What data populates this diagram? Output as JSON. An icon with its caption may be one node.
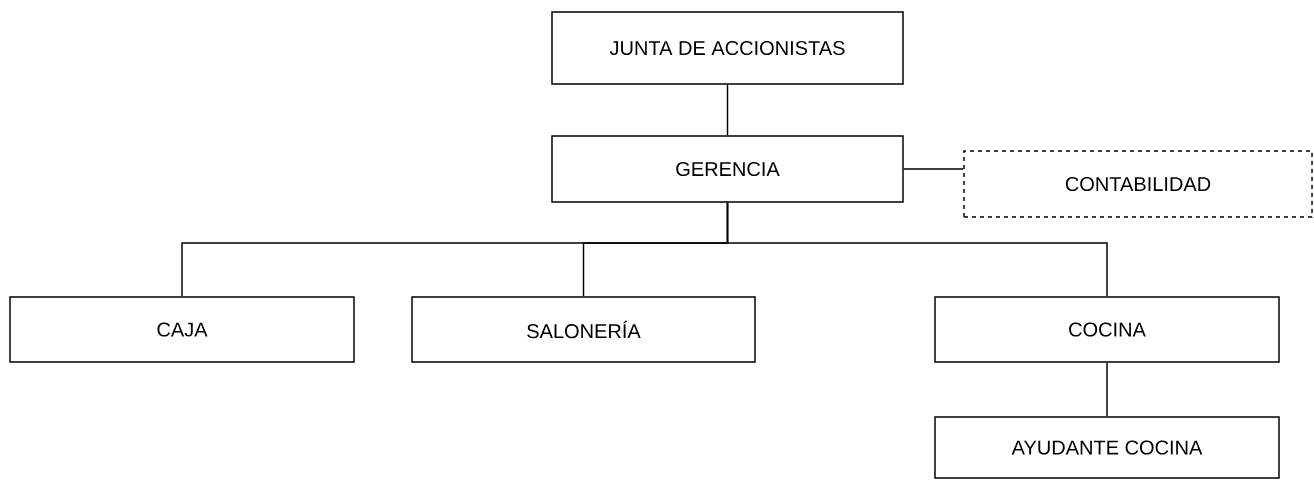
{
  "diagram": {
    "nodes": [
      {
        "text": [
          "JUNTA DE ACCIONISTAS"
        ]
      },
      {
        "text": [
          "GERENCIA"
        ]
      },
      {
        "text": [
          "CONTABILIDAD"
        ]
      },
      {
        "text": [
          "CAJA"
        ]
      },
      {
        "text": [
          "SALONERÍA"
        ]
      },
      {
        "text": [
          "COCINA"
        ]
      },
      {
        "text": [
          "AYUDANTE COCINA"
        ]
      }
    ],
    "edges": [
      {
        "from": 0,
        "to": 1,
        "arrow": "none"
      },
      {
        "from": 1,
        "to": 2,
        "arrow": "none"
      },
      {
        "from": 1,
        "to": 3,
        "arrow": "none"
      },
      {
        "from": 1,
        "to": 4,
        "arrow": "none"
      },
      {
        "from": 1,
        "to": 5,
        "arrow": "none"
      },
      {
        "from": 5,
        "to": 6,
        "arrow": "none"
      }
    ]
  }
}
